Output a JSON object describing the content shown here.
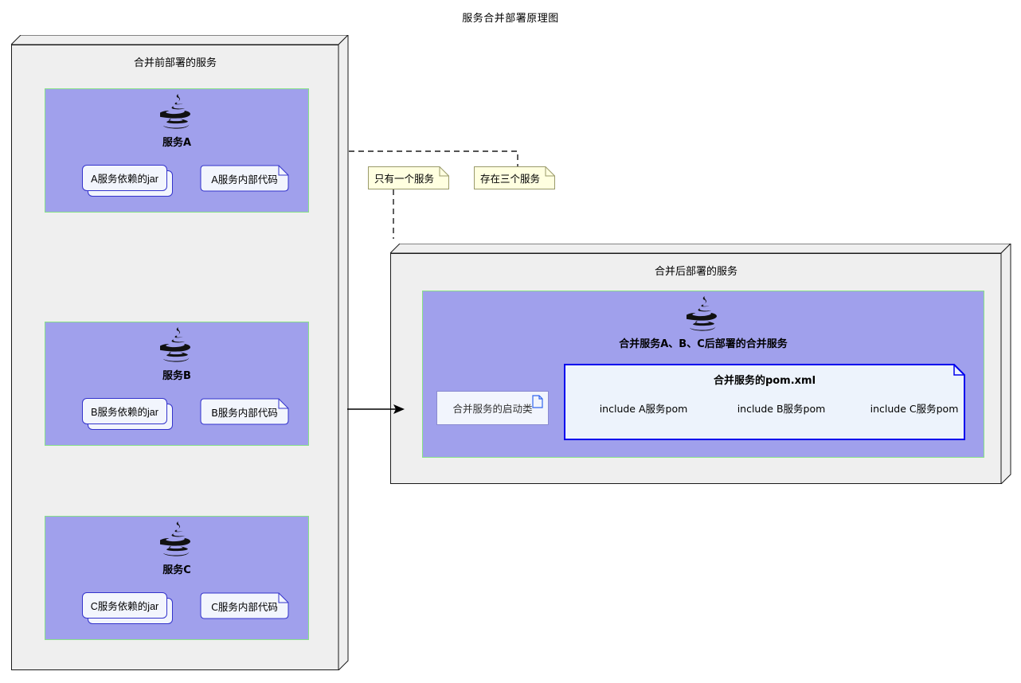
{
  "title": "服务合并部署原理图",
  "before_node": {
    "title": "合并前部署的服务",
    "services": [
      {
        "name": "服务A",
        "icon": "java-icon",
        "jar": "A服务依赖的jar",
        "code": "A服务内部代码"
      },
      {
        "name": "服务B",
        "icon": "java-icon",
        "jar": "B服务依赖的jar",
        "code": "B服务内部代码"
      },
      {
        "name": "服务C",
        "icon": "java-icon",
        "jar": "C服务依赖的jar",
        "code": "C服务内部代码"
      }
    ]
  },
  "after_node": {
    "title": "合并后部署的服务",
    "merged_service": {
      "name": "合并服务A、B、C后部署的合并服务",
      "icon": "java-icon",
      "startup_class": "合并服务的启动类",
      "startup_icon": "document-icon",
      "pom": {
        "title": "合并服务的pom.xml",
        "includes": [
          "include A服务pom",
          "include B服务pom",
          "include C服务pom"
        ]
      }
    }
  },
  "notes": [
    {
      "label": "只有一个服务"
    },
    {
      "label": "存在三个服务"
    }
  ],
  "colors": {
    "service_fill": "#a0a0ec",
    "service_border": "#87e187",
    "node_fill": "#efefef",
    "node_border": "#1a1a1a",
    "note_fill": "#ffffe0",
    "note_border": "#9a9a6a",
    "artifact_fill": "#f2f5fd",
    "artifact_border": "#3333cc",
    "pom_border": "#0000ee",
    "pom_fill": "#edf3fc",
    "arrow": "#000000"
  }
}
